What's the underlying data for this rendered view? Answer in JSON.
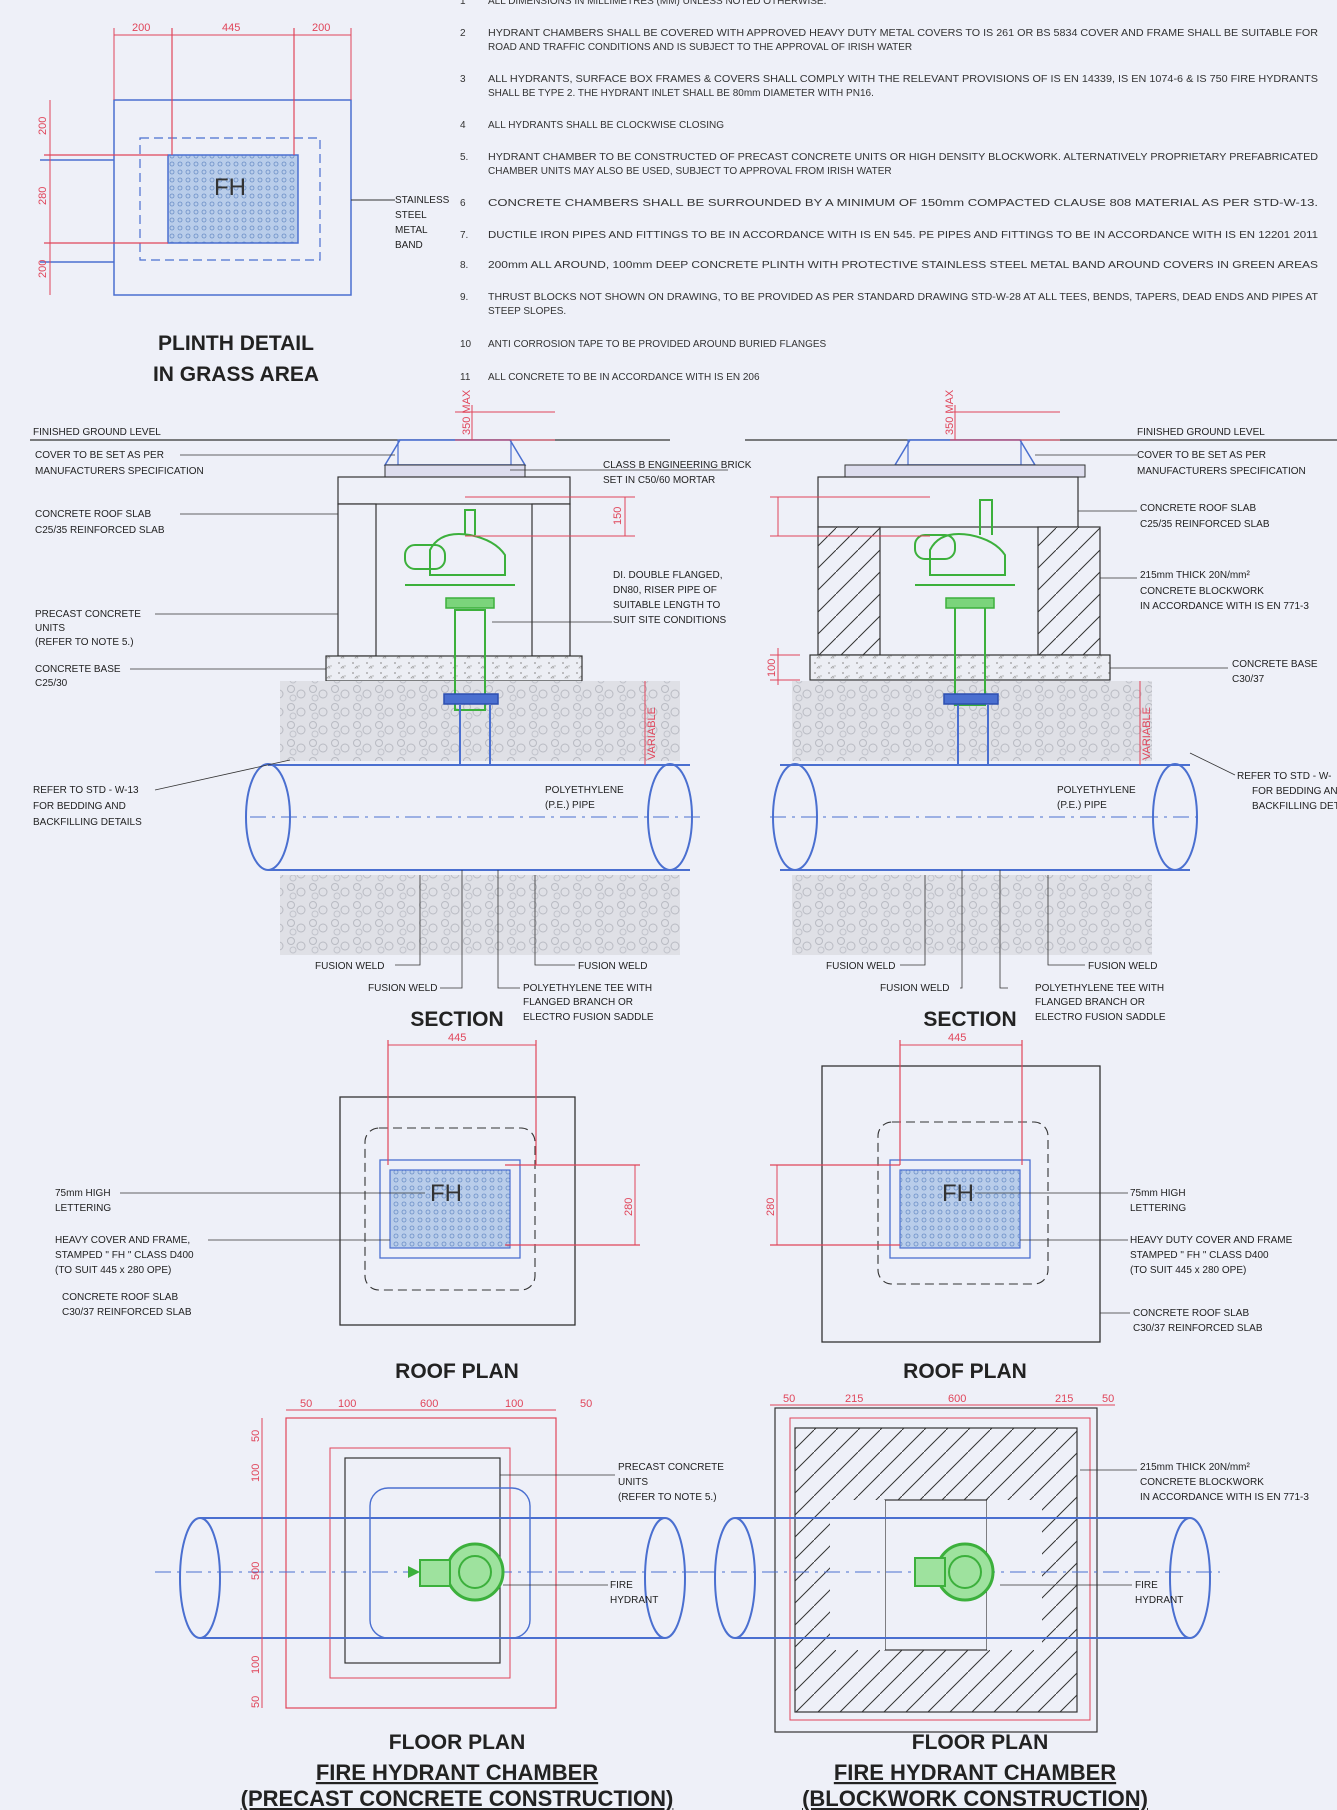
{
  "notes": [
    {
      "n": "1",
      "t": "ALL DIMENSIONS IN MILLIMETRES (MM) UNLESS NOTED OTHERWISE."
    },
    {
      "n": "2",
      "t": "HYDRANT CHAMBERS SHALL BE COVERED WITH APPROVED HEAVY DUTY METAL COVERS TO IS 261 OR BS 5834 COVER AND FRAME SHALL BE SUITABLE FOR",
      "t2": "ROAD AND TRAFFIC CONDITIONS AND IS SUBJECT TO THE APPROVAL OF IRISH WATER"
    },
    {
      "n": "3",
      "t": "ALL HYDRANTS, SURFACE BOX FRAMES & COVERS SHALL COMPLY WITH THE RELEVANT PROVISIONS OF IS EN 14339, IS EN 1074-6 & IS 750 FIRE HYDRANTS",
      "t2": "SHALL BE TYPE 2. THE HYDRANT INLET SHALL BE 80mm DIAMETER WITH PN16."
    },
    {
      "n": "4",
      "t": "ALL HYDRANTS SHALL BE CLOCKWISE CLOSING"
    },
    {
      "n": "5.",
      "t": "HYDRANT CHAMBER TO BE CONSTRUCTED OF PRECAST CONCRETE UNITS OR HIGH DENSITY BLOCKWORK. ALTERNATIVELY PROPRIETARY PREFABRICATED",
      "t2": "CHAMBER UNITS MAY ALSO BE USED, SUBJECT TO APPROVAL FROM IRISH WATER"
    },
    {
      "n": "6",
      "t": "CONCRETE CHAMBERS SHALL BE SURROUNDED BY A MINIMUM OF 150mm COMPACTED CLAUSE 808 MATERIAL AS PER STD-W-13."
    },
    {
      "n": "7.",
      "t": "DUCTILE IRON PIPES AND FITTINGS TO BE IN ACCORDANCE WITH IS EN 545. PE PIPES AND FITTINGS TO BE IN ACCORDANCE WITH IS EN 12201 2011"
    },
    {
      "n": "8.",
      "t": "200mm ALL AROUND, 100mm DEEP CONCRETE PLINTH WITH PROTECTIVE STAINLESS STEEL METAL BAND AROUND COVERS IN GREEN AREAS"
    },
    {
      "n": "9.",
      "t": "THRUST BLOCKS NOT SHOWN ON DRAWING, TO BE PROVIDED AS PER STANDARD DRAWING STD-W-28 AT ALL TEES, BENDS, TAPERS, DEAD ENDS AND PIPES AT",
      "t2": "STEEP SLOPES."
    },
    {
      "n": "10",
      "t": "ANTI CORROSION TAPE TO BE PROVIDED AROUND BURIED FLANGES"
    },
    {
      "n": "11",
      "t": "ALL CONCRETE TO BE IN ACCORDANCE WITH IS EN 206"
    }
  ],
  "plinth": {
    "title1": "PLINTH DETAIL",
    "title2": "IN GRASS AREA",
    "dim_top": [
      "200",
      "445",
      "200"
    ],
    "dim_left": [
      "200",
      "280",
      "200"
    ],
    "fh": "FH",
    "band1": "STAINLESS",
    "band2": "STEEL",
    "band3": "METAL",
    "band4": "BAND"
  },
  "left_section": {
    "title": "SECTION",
    "fgl": "FINISHED GROUND LEVEL",
    "cover1": "COVER TO BE SET AS PER",
    "cover2": "MANUFACTURERS SPECIFICATION",
    "roof1": "CONCRETE ROOF SLAB",
    "roof2": "C25/35 REINFORCED SLAB",
    "pre1": "PRECAST CONCRETE",
    "pre2": "UNITS",
    "pre3": "(REFER TO NOTE 5.)",
    "base1": "CONCRETE BASE",
    "base2": "C25/30",
    "ref1": "REFER TO STD - W-13",
    "ref2": "FOR BEDDING AND",
    "ref3": "BACKFILLING DETAILS",
    "brick1": "CLASS B ENGINEERING BRICK",
    "brick2": "SET IN C50/60 MORTAR",
    "di1": "DI. DOUBLE FLANGED,",
    "di2": "DN80, RISER PIPE OF",
    "di3": "SUITABLE LENGTH TO",
    "di4": "SUIT SITE CONDITIONS",
    "pe1": "POLYETHYLENE",
    "pe2": "(P.E.) PIPE",
    "fw1": "FUSION WELD",
    "fw2": "FUSION WELD",
    "fw3": "FUSION WELD",
    "tee1": "POLYETHYLENE TEE WITH",
    "tee2": "FLANGED BRANCH OR",
    "tee3": "ELECTRO FUSION SADDLE",
    "max": "350 MAX",
    "d150": "150",
    "var": "VARIABLE"
  },
  "right_section": {
    "title": "SECTION",
    "fgl": "FINISHED GROUND LEVEL",
    "cover1": "COVER TO BE SET AS PER",
    "cover2": "MANUFACTURERS SPECIFICATION",
    "roof1": "CONCRETE ROOF SLAB",
    "roof2": "C25/35 REINFORCED SLAB",
    "blk1": "215mm THICK 20N/mm²",
    "blk2": "CONCRETE BLOCKWORK",
    "blk3": "IN ACCORDANCE WITH IS EN 771-3",
    "base1": "CONCRETE BASE",
    "base2": "C30/37",
    "ref1": "REFER TO STD - W-",
    "ref2": "FOR BEDDING AND",
    "ref3": "BACKFILLING DETA",
    "pe1": "POLYETHYLENE",
    "pe2": "(P.E.) PIPE",
    "fw1": "FUSION WELD",
    "fw2": "FUSION WELD",
    "fw3": "FUSION WELD",
    "tee1": "POLYETHYLENE TEE WITH",
    "tee2": "FLANGED BRANCH OR",
    "tee3": "ELECTRO FUSION SADDLE",
    "max": "350 MAX",
    "d100": "100",
    "var": "VARIABLE"
  },
  "left_roof": {
    "title": "ROOF PLAN",
    "dim_w": "445",
    "dim_h": "280",
    "fh": "FH",
    "let1": "75mm HIGH",
    "let2": "LETTERING",
    "cov1": "HEAVY COVER AND FRAME,",
    "cov2": "STAMPED \" FH \" CLASS D400",
    "cov3": "(TO SUIT 445 x 280 OPE)",
    "slab1": "CONCRETE ROOF SLAB",
    "slab2": "C30/37 REINFORCED SLAB"
  },
  "right_roof": {
    "title": "ROOF PLAN",
    "dim_w": "445",
    "dim_h": "280",
    "fh": "FH",
    "let1": "75mm HIGH",
    "let2": "LETTERING",
    "cov1": "HEAVY DUTY COVER AND FRAME",
    "cov2": "STAMPED \" FH \" CLASS D400",
    "cov3": "(TO SUIT 445 x 280 OPE)",
    "slab1": "CONCRETE ROOF SLAB",
    "slab2": "C30/37 REINFORCED SLAB"
  },
  "left_floor": {
    "title": "FLOOR PLAN",
    "sub1": "FIRE HYDRANT CHAMBER",
    "sub2": "(PRECAST CONCRETE CONSTRUCTION)",
    "dims_top": [
      "50",
      "100",
      "600",
      "100",
      "50"
    ],
    "dims_left": [
      "50",
      "100",
      "500",
      "100",
      "50"
    ],
    "pre1": "PRECAST CONCRETE",
    "pre2": "UNITS",
    "pre3": "(REFER TO NOTE 5.)",
    "fh1": "FIRE",
    "fh2": "HYDRANT"
  },
  "right_floor": {
    "title": "FLOOR PLAN",
    "sub1": "FIRE HYDRANT CHAMBER",
    "sub2": "(BLOCKWORK CONSTRUCTION)",
    "dims_top": [
      "50",
      "215",
      "600",
      "215",
      "50"
    ],
    "blk1": "215mm THICK 20N/mm²",
    "blk2": "CONCRETE BLOCKWORK",
    "blk3": "IN ACCORDANCE WITH IS EN 771-3",
    "fh1": "FIRE",
    "fh2": "HYDRANT"
  }
}
